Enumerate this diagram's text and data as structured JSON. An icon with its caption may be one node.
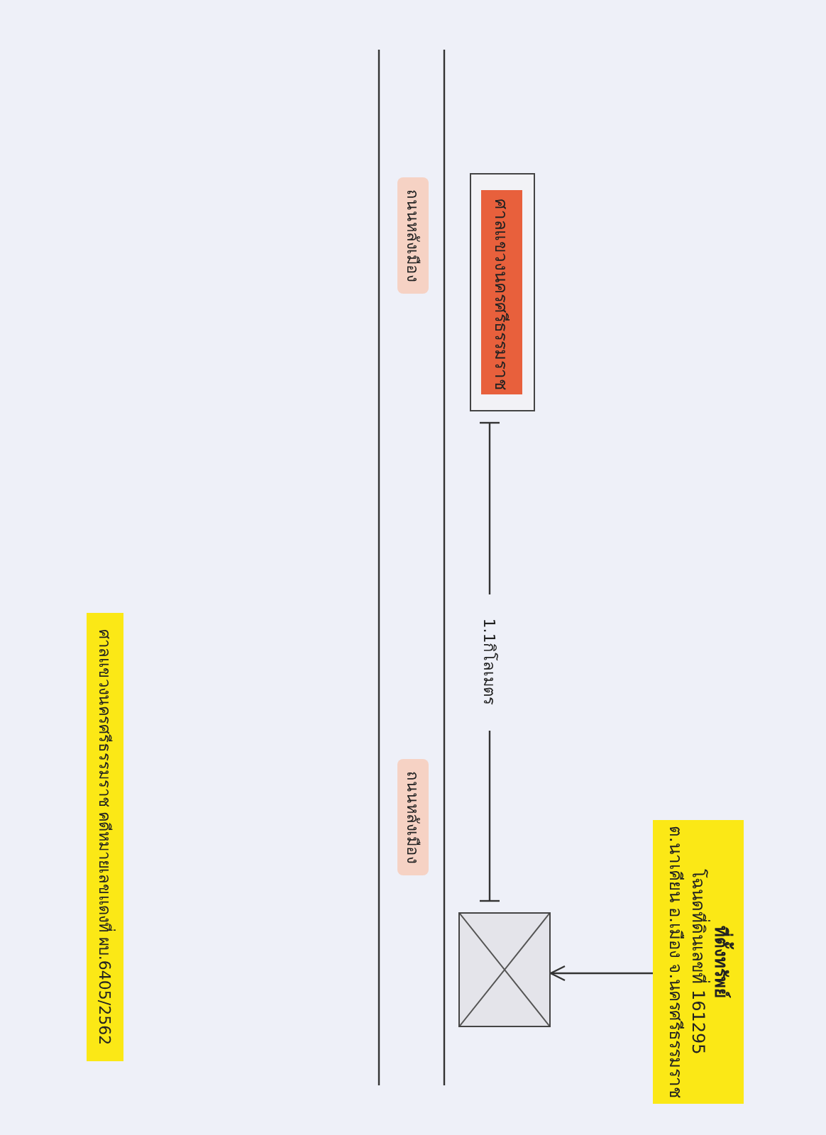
{
  "diagram": {
    "nodes": [
      {
        "text": [
          "ศาลแขวงนครศรีธรรมราช"
        ]
      },
      {
        "text": [
          "ที่ตั้งทรัพย์",
          "โฉนดที่ดินเลขที่ 161295",
          "ต.นาเคียน อ.เมือง จ.นครศรีธรรมราช"
        ]
      },
      {
        "text": [],
        "shape": "box"
      }
    ],
    "edges": [
      {
        "from": 0,
        "to": 2,
        "arrow": "other",
        "label": "1.1กิโลเมตร"
      },
      {
        "from": 1,
        "to": 2,
        "arrow": "to"
      }
    ],
    "labels": [
      "ถนนหลังเมือง",
      "ถนนหลังเมือง",
      "ศาลแขวงนครศรีธรรมราช คดีหมายเลขแดงที่ ผบ.6405/2562"
    ]
  }
}
